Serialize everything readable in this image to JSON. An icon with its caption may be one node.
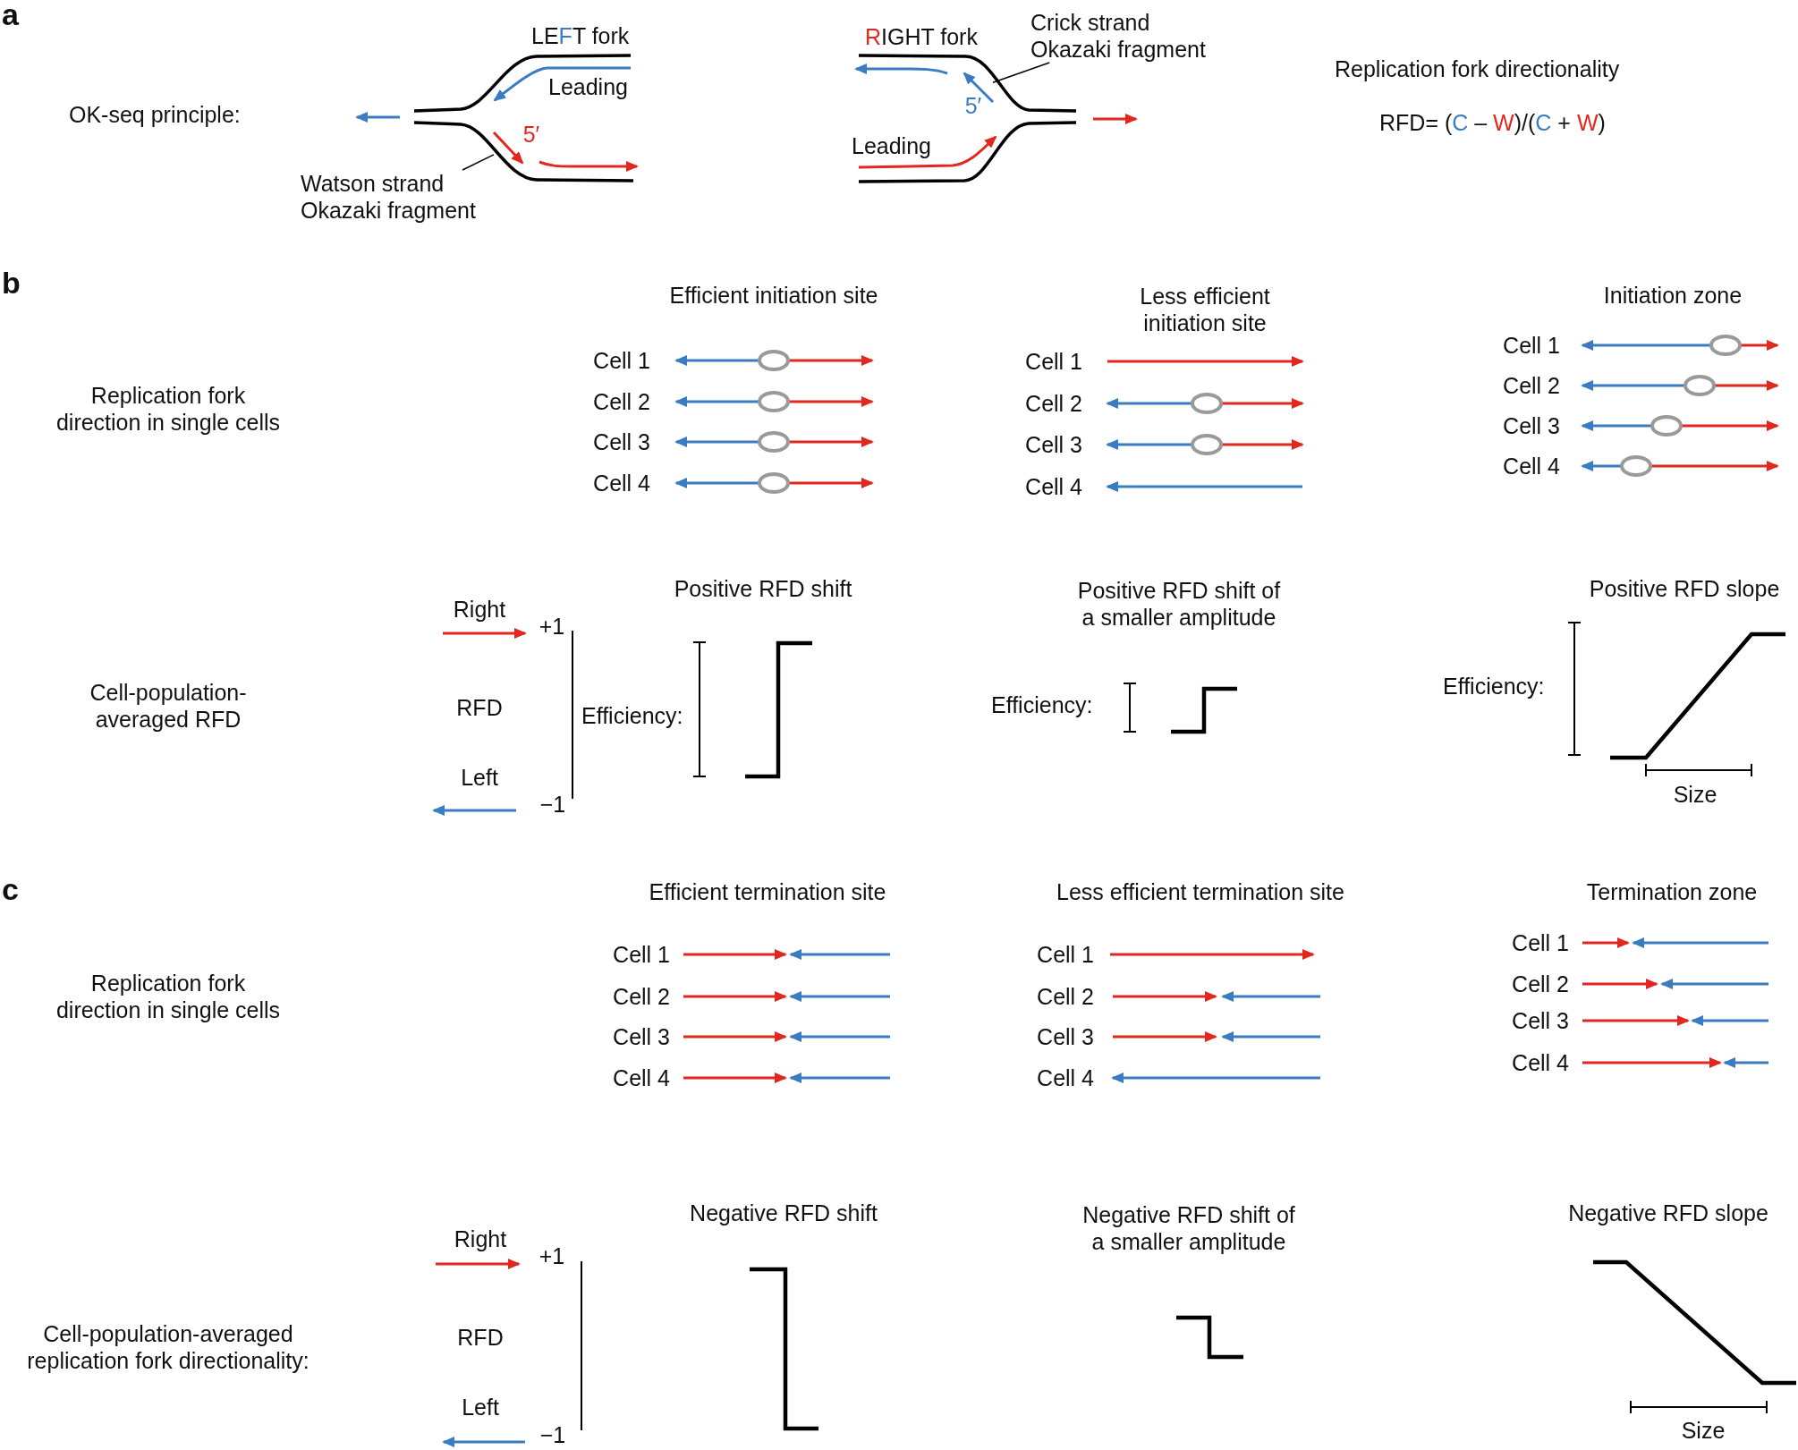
{
  "diagram": {
    "nodes": [
      {
        "text": [
          "Watson strand Okazaki fragment"
        ]
      },
      {
        "text": [],
        "shape": "arrow"
      },
      {
        "text": [
          "Crick strand Okazaki fragment"
        ]
      },
      {
        "text": [],
        "shape": "arrow"
      }
    ],
    "edges": [
      {
        "from": 0,
        "to": 1,
        "arrow": "none"
      },
      {
        "from": 2,
        "to": 3,
        "arrow": "none"
      }
    ],
    "labels": [
      "a",
      "LEFT fork",
      "RIGHT fork",
      "Replication fork directionality",
      "Leading",
      "OK-seq principle:",
      "5′",
      "RFD= (C – W)/(C + W)",
      "5′",
      "Leading",
      "b",
      "Efficient initiation site",
      "Less efficient initiation site",
      "Initiation zone",
      "Replication fork direction in single cells",
      "Cell 1",
      "Cell 2",
      "Cell 3",
      "Cell 4",
      "Cell 1",
      "Cell 2",
      "Cell 3",
      "Cell 4",
      "Cell 1",
      "Cell 2",
      "Cell 3",
      "Cell 4",
      "Right",
      "+1",
      "Positive RFD shift",
      "Positive RFD shift of a smaller amplitude",
      "Positive RFD slope",
      "Cell-population-averaged RFD",
      "RFD",
      "Efficiency:",
      "Efficiency:",
      "Efficiency:",
      "Left",
      "−1",
      "Size",
      "c",
      "Efficient termination site",
      "Less efficient termination site",
      "Termination zone",
      "Replication fork direction in single cells",
      "Cell 1",
      "Cell 2",
      "Cell 3",
      "Cell 4",
      "Cell 1",
      "Cell 2",
      "Cell 3",
      "Cell 4",
      "Cell 1",
      "Cell 2",
      "Cell 3",
      "Cell 4",
      "Negative RFD shift",
      "Negative RFD shift of a smaller amplitude",
      "Negative RFD slope",
      "Right",
      "+1",
      "RFD",
      "Cell-population-averaged replication fork directionality:",
      "Left",
      "−1",
      "Size"
    ]
  }
}
